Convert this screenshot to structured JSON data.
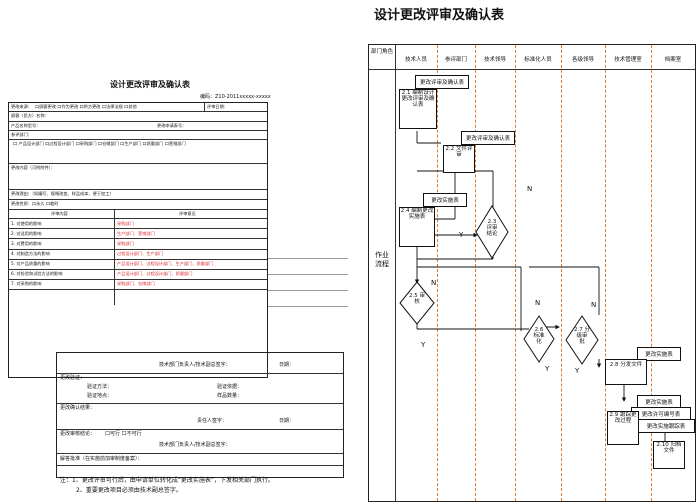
{
  "right": {
    "title": "设计更改评审及确认表",
    "columns": [
      "部门角色",
      "技术人员",
      "参评部门",
      "技术领导",
      "标准化人员",
      "各级领导",
      "技术管理室",
      "档案室"
    ],
    "side_label": "作业流程",
    "nodes": {
      "doc1": "更改评审及确认表",
      "n21": "2.1 编制设计更改评审及确认表",
      "doc2": "更改评审及确认表",
      "n22": "2.2 文件评审",
      "doc3": "更改实施表",
      "n24": "2.4 编制更改实施表",
      "n23": "2.3 评审结论",
      "n25": "2.5 审核",
      "n26": "2.6 标准化",
      "n27": "2.7 分级审批",
      "doc4": "更改实施表",
      "n28": "2.8 分发文件",
      "doc5": "更改实施表",
      "doc6": "更改许可编号表",
      "doc7": "更改实施跟踪表",
      "n29": "2.9 跟踪更改过程",
      "n210": "2.10 归档文件"
    },
    "labels": {
      "n": "N",
      "y": "Y"
    }
  },
  "left": {
    "title": "设计更改评审及确认表",
    "code": "编码：Z10-2011xxxxx-xxxxx",
    "rows": [
      "更改来源：",
      "顾客（民方）名称：",
      "产品名称型号：",
      "参评部门：",
      "更改内容（可附附件）：",
      "更改理由：（如编写、规格改变、样品成本、便于加工）",
      "更改性质：口永久 口临时",
      "评审内容",
      "1. 对使用的影响",
      "2. 对适用的影响",
      "3. 对费用的影响",
      "4. 对制造方法的影响",
      "5. 对产品质量的影响",
      "6. 对检验和试验方法的影响",
      "7. 对采购的影响"
    ],
    "opinion_header": "评审意见",
    "opinions": [
      "采购部门",
      "生产部门、营销部门",
      "采购部门",
      "过程设计部门、生产部门",
      "产品设计部门、过程设计部门、生产部门、质量部门",
      "产品设计部门、过程设计部门、质量部门",
      "采购部门、仓储部门"
    ],
    "change_source_options": "口顾客更改 口作为更改 口供方更改 口法律法规 口其他",
    "review_date": "评审日期：",
    "change_req_no": "更改申请表号：",
    "dept_options": "口 产品设计部门 口过程设计部门 口采购部门 口仓储部门 口生产部门 口质量部门 口营销部门",
    "lower": {
      "sign1": "技术部门负责人/技术副总签字：",
      "date": "日期：",
      "verify": "更改验证：",
      "verify_method": "验证方法：",
      "verify_basis": "验证依据：",
      "verify_place": "验证地点：",
      "sample_qty": "样品数量：",
      "confirm": "更改确认结果：",
      "responsible": "责任人签字：",
      "final": "更改审核结论：",
      "final_opts": "口可行    口不可行",
      "sign2": "技术部门负责人/技术副总签字：",
      "date2": "日期：",
      "approve": "解答批准（在实施前加审制度备案）：",
      "note1": "注：1、更改评审可行后，由申请单位转化成“更改实施表”，下发相关部门执行。",
      "note2": "2、重要更改项目必须由技术副总签字。"
    }
  }
}
